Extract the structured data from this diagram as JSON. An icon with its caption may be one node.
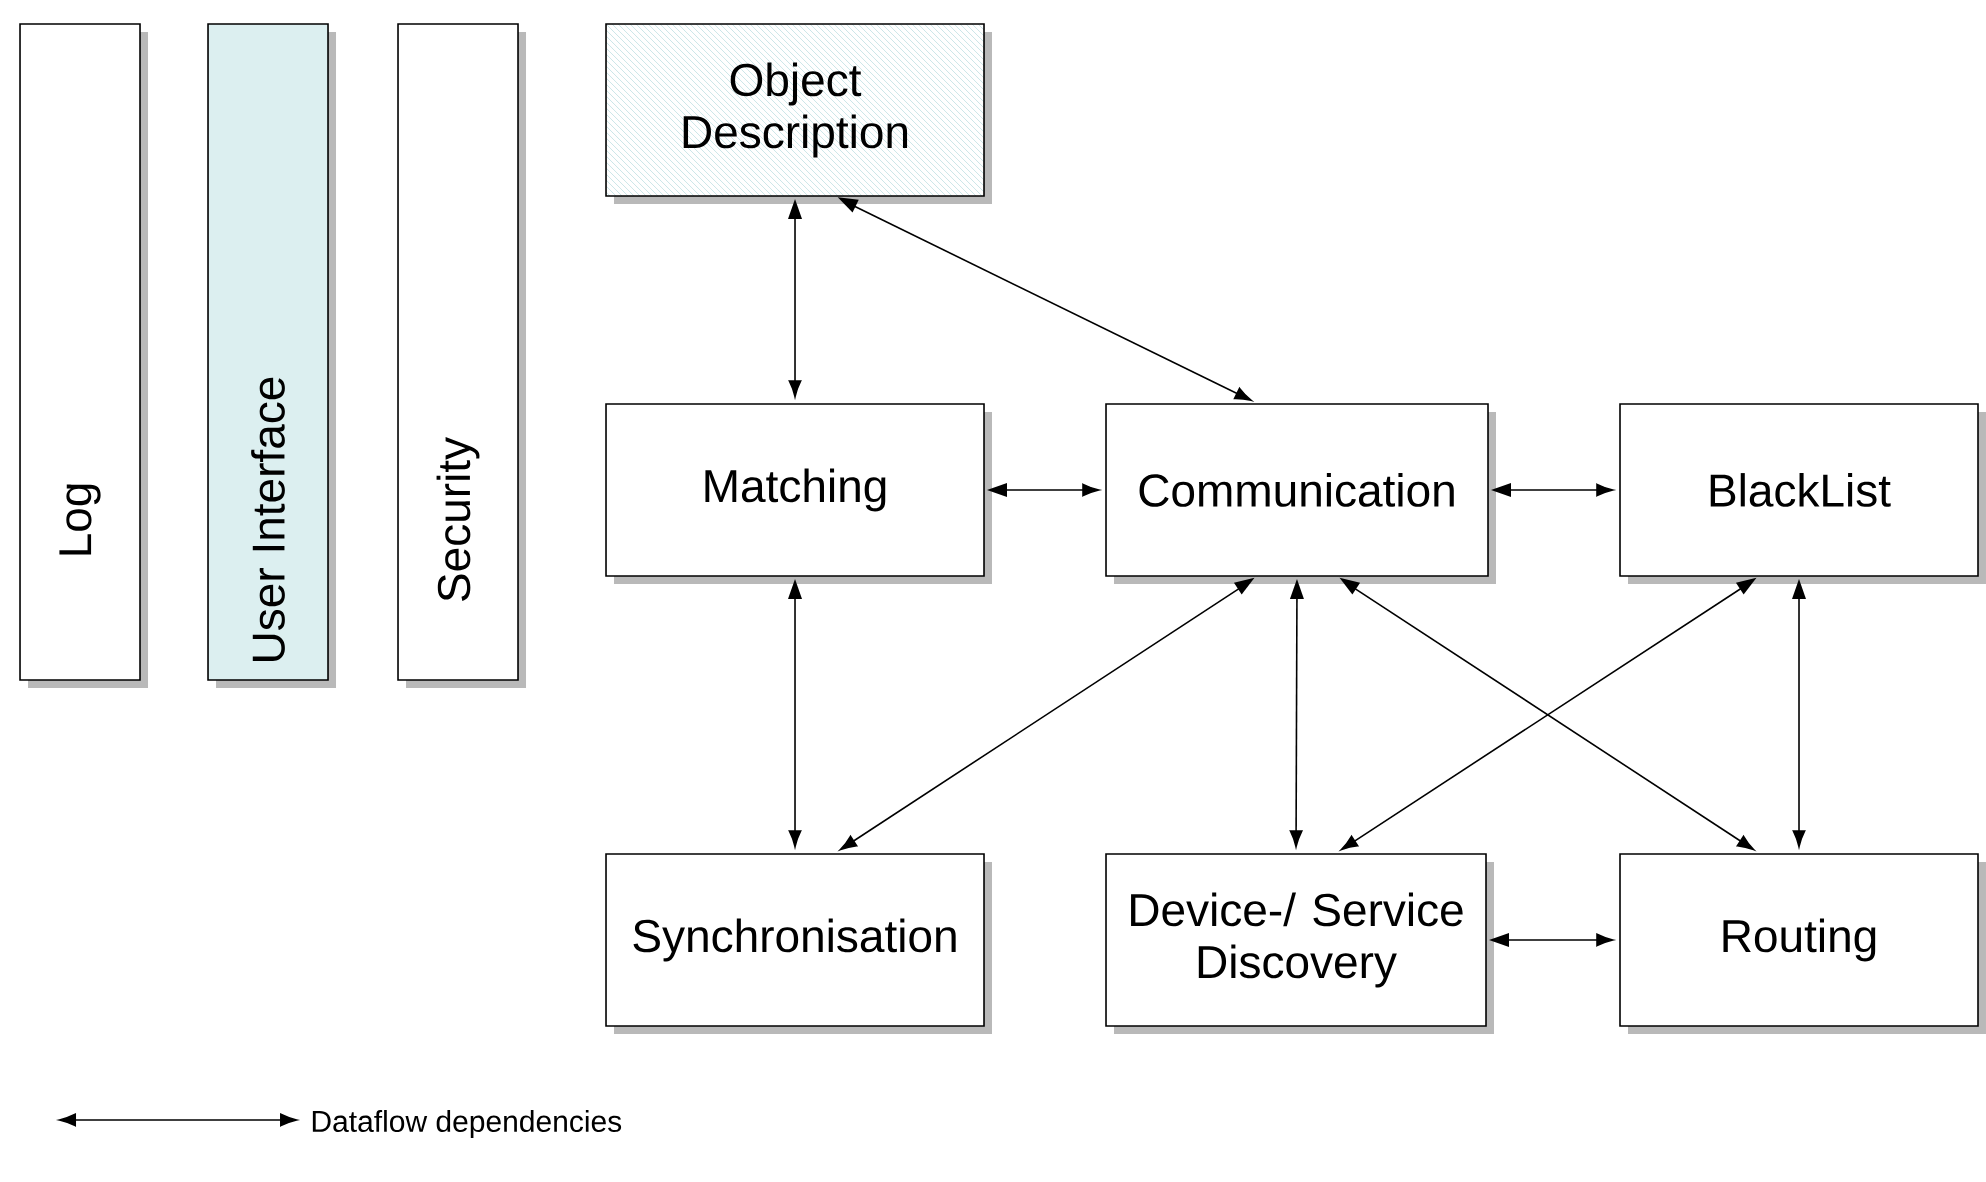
{
  "diagram": {
    "nodes": [
      {
        "text": [
          "Log"
        ]
      },
      {
        "text": [
          "User Interface"
        ]
      },
      {
        "text": [
          "Security"
        ]
      },
      {
        "text": [
          "Object Description"
        ]
      },
      {
        "text": [
          "Matching"
        ]
      },
      {
        "text": [
          "Communication"
        ]
      },
      {
        "text": [
          "BlackList"
        ]
      },
      {
        "text": [
          "Synchronisation"
        ]
      },
      {
        "text": [
          "Device-/ Service Discovery"
        ]
      },
      {
        "text": [
          "Routing"
        ]
      }
    ],
    "edges": [
      {
        "from": 3,
        "to": 4,
        "arrow": "both"
      },
      {
        "from": 3,
        "to": 5,
        "arrow": "both"
      },
      {
        "from": 4,
        "to": 5,
        "arrow": "both"
      },
      {
        "from": 5,
        "to": 6,
        "arrow": "both"
      },
      {
        "from": 4,
        "to": 7,
        "arrow": "both"
      },
      {
        "from": 5,
        "to": 7,
        "arrow": "both"
      },
      {
        "from": 5,
        "to": 8,
        "arrow": "both"
      },
      {
        "from": 5,
        "to": 9,
        "arrow": "both"
      },
      {
        "from": 6,
        "to": 8,
        "arrow": "both"
      },
      {
        "from": 6,
        "to": 9,
        "arrow": "both"
      },
      {
        "from": 8,
        "to": 9,
        "arrow": "both"
      }
    ],
    "legend": [
      {
        "text": "Dataflow dependencies"
      }
    ]
  }
}
